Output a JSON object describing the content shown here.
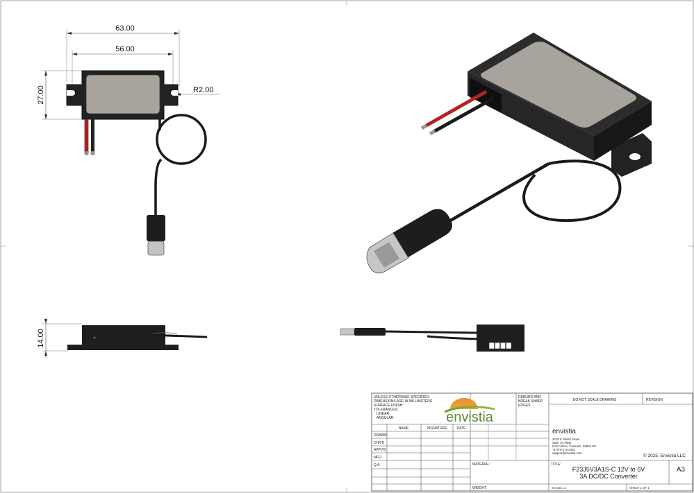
{
  "dimensions": {
    "overall_width": "63.00",
    "hole_spacing": "56.00",
    "body_height": "27.00",
    "tab_radius": "R2.00",
    "thickness": "14.00"
  },
  "title_block": {
    "tolerance_notes": [
      "UNLESS OTHERWISE SPECIFIED:",
      "DIMENSIONS ARE IN MILLIMETERS",
      "SURFACE FINISH:",
      "TOLERANCES:",
      "LINEAR:",
      "ANGULAR:"
    ],
    "edge_notes": [
      "DEBURR AND",
      "BREAK SHARP",
      "EDGES"
    ],
    "scale_note": "DO NOT SCALE DRAWING",
    "revision_label": "REVISION",
    "column_headers": [
      "NAME",
      "SIGNATURE",
      "DATE"
    ],
    "row_labels": [
      "DRAWN",
      "CHK'D",
      "APPV'D",
      "MFG",
      "Q.A"
    ],
    "material_label": "MATERIAL:",
    "weight_label": "WEIGHT:",
    "logo_text": "envistia",
    "company_name": "envistia",
    "address_lines": [
      "2579 S Shield Street",
      "Suite 1K #665",
      "Fort Collins, Colorado, 80526 US",
      "+1 970-372-2401",
      "support@envistia.com"
    ],
    "copyright": "© 2025, Envistia LLC",
    "title_label": "TITLE:",
    "title_line1": "F23J5V3A1S-C 12V to 5V",
    "title_line2": "3A DC/DC Converter",
    "sheet_size": "A3",
    "scale": "SCALE:1:1",
    "sheet": "SHEET 1 OF 1"
  },
  "colors": {
    "body": "#1e1e1e",
    "label_plate": "#a9a39d",
    "wire_red": "#b8211c",
    "logo_orange": "#e9762b",
    "logo_green": "#5f8a2e"
  }
}
